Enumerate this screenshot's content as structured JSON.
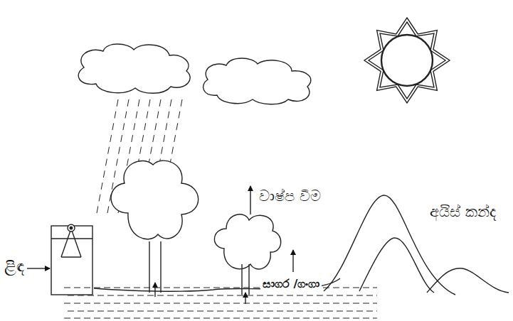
{
  "diagram": {
    "labels": [
      "ළිඳ",
      "වාෂ්ප වීම",
      "සාගර /ගංගා",
      "අයිස් කන්ද"
    ]
  }
}
